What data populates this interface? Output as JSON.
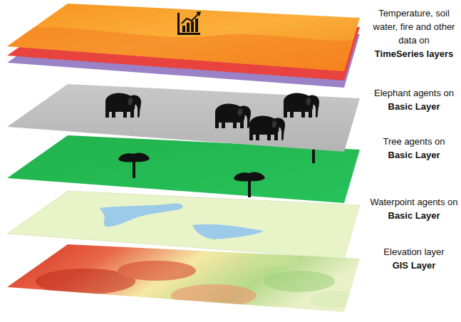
{
  "diagram": {
    "labels": [
      "Temperature, soil water, fire and other data on",
      "TimeSeries layers",
      "Elephant agents on",
      "Basic Layer",
      "Tree agents on",
      "Basic Layer",
      "Waterpoint agents on",
      "Basic Layer",
      "Elevation layer",
      "GIS Layer"
    ]
  }
}
